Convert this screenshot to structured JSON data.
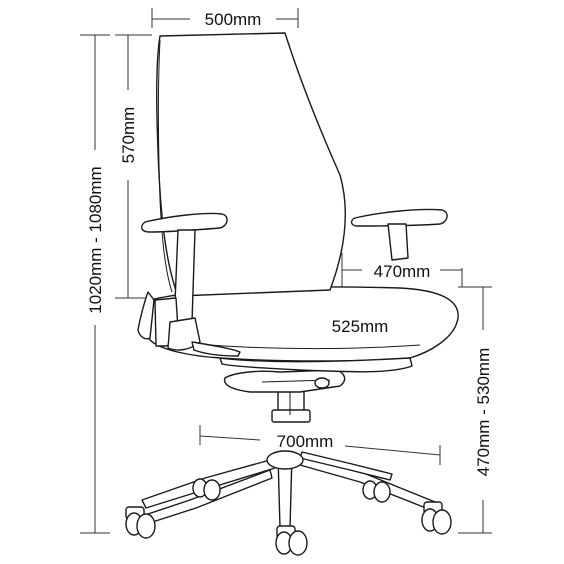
{
  "title": "",
  "dimensions": {
    "backrest_width": "500mm",
    "backrest_height": "570mm",
    "overall_height": "1020mm - 1080mm",
    "seat_width": "470mm",
    "seat_depth": "525mm",
    "seat_height": "470mm - 530mm",
    "base_diameter": "700mm"
  },
  "colors": {
    "outline": "#1a1a1a",
    "dimension_line": "#333333",
    "background": "#ffffff"
  }
}
